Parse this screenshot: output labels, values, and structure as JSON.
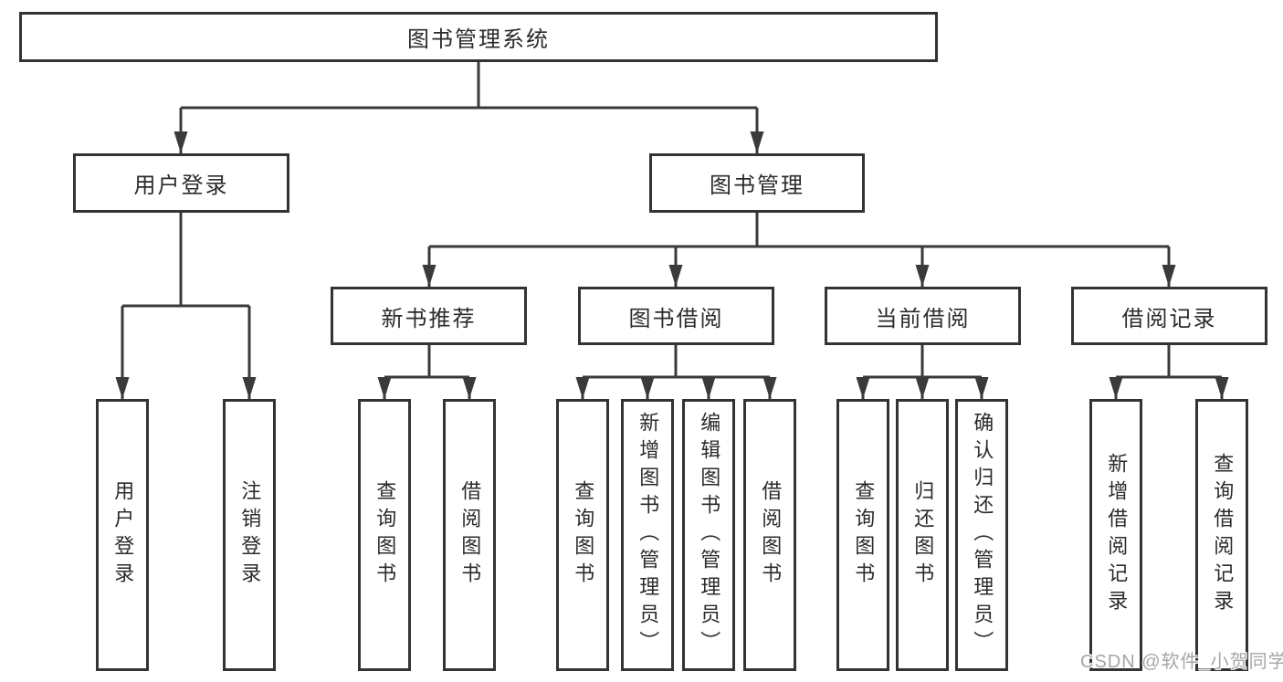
{
  "diagram_type": "hierarchy-tree",
  "tree": {
    "root": "图书管理系统",
    "branches": [
      {
        "label": "用户登录",
        "leaves": [
          "用户登录",
          "注销登录"
        ]
      },
      {
        "label": "图书管理",
        "sections": [
          {
            "label": "新书推荐",
            "leaves": [
              "查询图书",
              "借阅图书"
            ]
          },
          {
            "label": "图书借阅",
            "leaves": [
              "查询图书",
              "新增图书（管理员）",
              "编辑图书（管理员）",
              "借阅图书"
            ]
          },
          {
            "label": "当前借阅",
            "leaves": [
              "查询图书",
              "归还图书",
              "确认归还（管理员）"
            ]
          },
          {
            "label": "借阅记录",
            "leaves": [
              "新增借阅记录",
              "查询借阅记录"
            ]
          }
        ]
      }
    ]
  },
  "watermark": "CSDN @软件_小贺同学",
  "colors": {
    "line": "#3a3a3a",
    "box_border": "#333333",
    "box_fill": "#ffffff",
    "text": "#2b2b2b",
    "watermark": "#a6a6a6",
    "background": "#ffffff"
  }
}
